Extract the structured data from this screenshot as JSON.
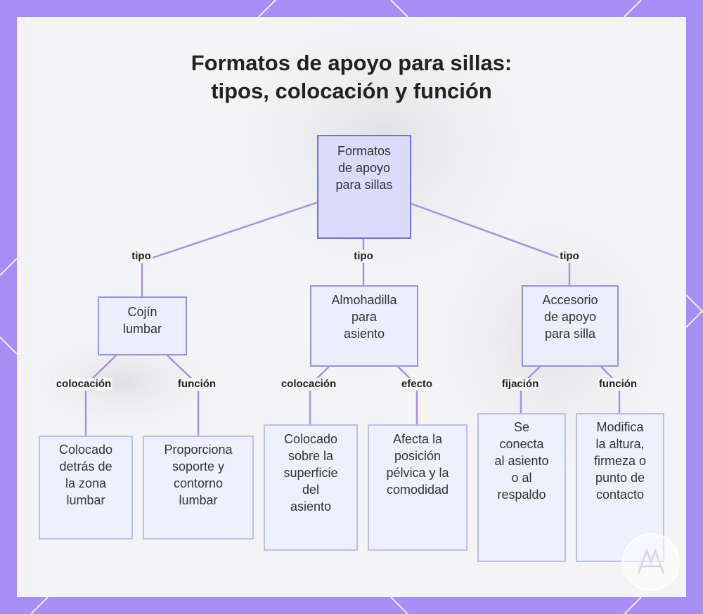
{
  "title": {
    "line1": "Formatos de apoyo para sillas:",
    "line2": "tipos, colocación y función"
  },
  "colors": {
    "frame": "#a58ef5",
    "panel": "#f4f4f6",
    "edge": "#a98fe6",
    "root_fill": "#d9ddfb",
    "root_border": "#6c74d8",
    "node_fill": "#eceefd",
    "node_border": "#8f97e2"
  },
  "nodes": {
    "root": [
      "Formatos",
      "de apoyo",
      "para sillas"
    ],
    "cojin": [
      "Cojín",
      "lumbar"
    ],
    "almohadilla": [
      "Almohadilla",
      "para",
      "asiento"
    ],
    "accesorio": [
      "Accesorio",
      "de apoyo",
      "para silla"
    ],
    "cojin_colocacion": [
      "Colocado",
      "detrás de",
      "la zona",
      "lumbar"
    ],
    "cojin_funcion": [
      "Proporciona",
      "soporte y",
      "contorno",
      "lumbar"
    ],
    "almohadilla_colocacion": [
      "Colocado",
      "sobre la",
      "superficie",
      "del",
      "asiento"
    ],
    "almohadilla_efecto": [
      "Afecta la",
      "posición",
      "pélvica y la",
      "comodidad"
    ],
    "accesorio_fijacion": [
      "Se",
      "conecta",
      "al asiento",
      "o al",
      "respaldo"
    ],
    "accesorio_funcion": [
      "Modifica",
      "la altura,",
      "firmeza o",
      "punto de",
      "contacto"
    ]
  },
  "edge_labels": {
    "tipo_left": "tipo",
    "tipo_center": "tipo",
    "tipo_right": "tipo",
    "cojin_colocacion": "colocación",
    "cojin_funcion": "función",
    "almohadilla_colocacion": "colocación",
    "almohadilla_efecto": "efecto",
    "accesorio_fijacion": "fijación",
    "accesorio_funcion": "función"
  }
}
